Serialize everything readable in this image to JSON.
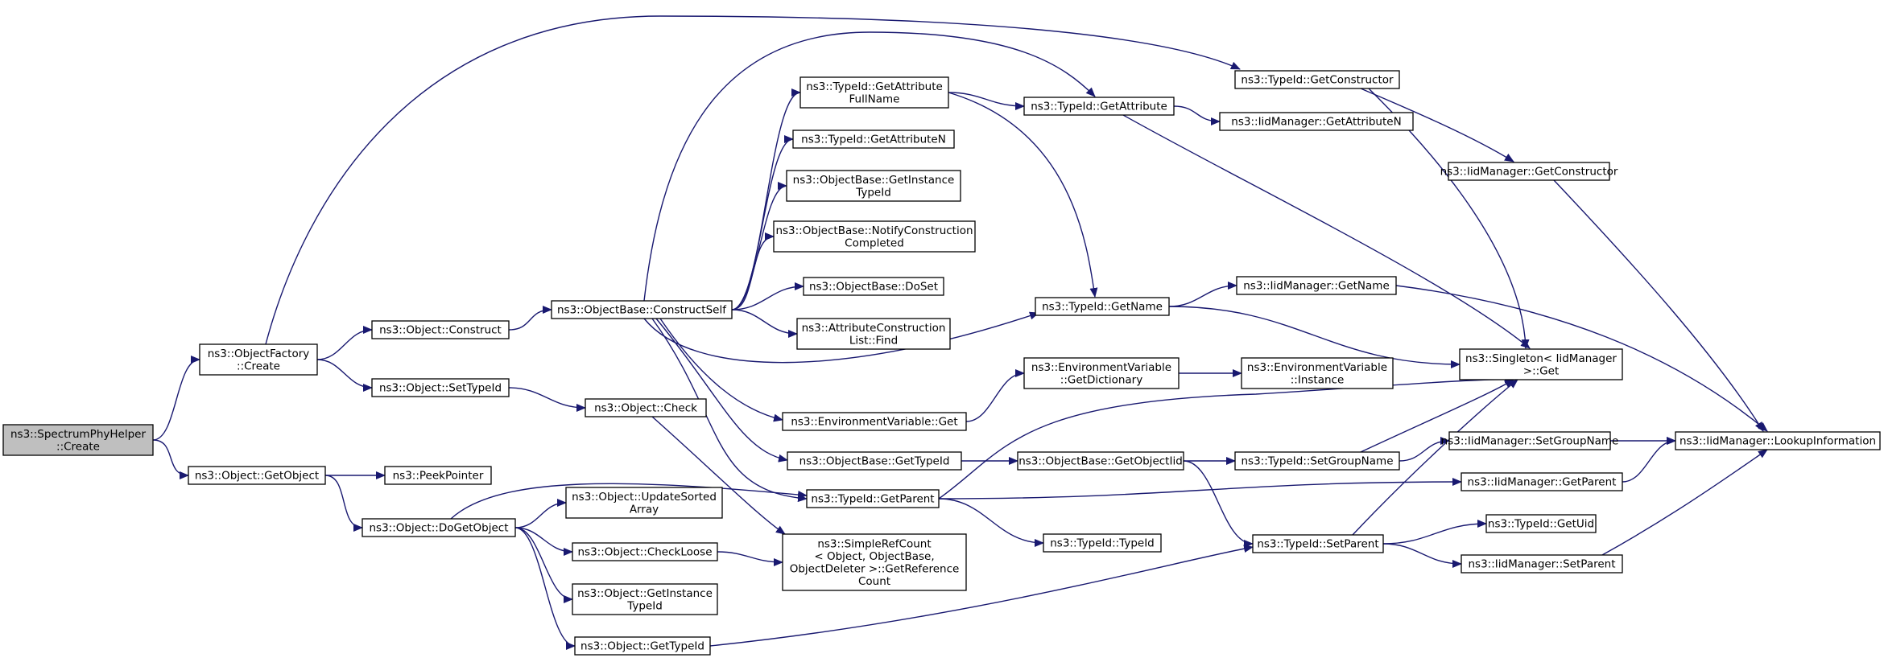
{
  "diagram": {
    "colors": {
      "edge": "#191970",
      "root_fill": "#bfbfbf",
      "node_fill": "#ffffff",
      "node_stroke": "#000000"
    },
    "nodes": [
      {
        "id": "root",
        "lines": [
          "ns3::SpectrumPhyHelper",
          "::Create"
        ],
        "root": true
      },
      {
        "id": "of_create",
        "lines": [
          "ns3::ObjectFactory",
          "::Create"
        ]
      },
      {
        "id": "obj_getobj",
        "lines": [
          "ns3::Object::GetObject"
        ]
      },
      {
        "id": "obj_construct",
        "lines": [
          "ns3::Object::Construct"
        ]
      },
      {
        "id": "obj_settypeid",
        "lines": [
          "ns3::Object::SetTypeId"
        ]
      },
      {
        "id": "peek",
        "lines": [
          "ns3::PeekPointer"
        ]
      },
      {
        "id": "dogetobj",
        "lines": [
          "ns3::Object::DoGetObject"
        ]
      },
      {
        "id": "constructself",
        "lines": [
          "ns3::ObjectBase::ConstructSelf"
        ]
      },
      {
        "id": "check",
        "lines": [
          "ns3::Object::Check"
        ]
      },
      {
        "id": "upd_sorted",
        "lines": [
          "ns3::Object::UpdateSorted",
          "Array"
        ]
      },
      {
        "id": "checkloose",
        "lines": [
          "ns3::Object::CheckLoose"
        ]
      },
      {
        "id": "getinst_obj",
        "lines": [
          "ns3::Object::GetInstance",
          "TypeId"
        ]
      },
      {
        "id": "obj_gettypeid",
        "lines": [
          "ns3::Object::GetTypeId"
        ]
      },
      {
        "id": "ga_fullname",
        "lines": [
          "ns3::TypeId::GetAttribute",
          "FullName"
        ]
      },
      {
        "id": "ga_n",
        "lines": [
          "ns3::TypeId::GetAttributeN"
        ]
      },
      {
        "id": "ob_getinst",
        "lines": [
          "ns3::ObjectBase::GetInstance",
          "TypeId"
        ]
      },
      {
        "id": "ob_notify",
        "lines": [
          "ns3::ObjectBase::NotifyConstruction",
          "Completed"
        ]
      },
      {
        "id": "ob_doset",
        "lines": [
          "ns3::ObjectBase::DoSet"
        ]
      },
      {
        "id": "acl_find",
        "lines": [
          "ns3::AttributeConstruction",
          "List::Find"
        ]
      },
      {
        "id": "env_get",
        "lines": [
          "ns3::EnvironmentVariable::Get"
        ]
      },
      {
        "id": "ob_gettypeid",
        "lines": [
          "ns3::ObjectBase::GetTypeId"
        ]
      },
      {
        "id": "tid_getparent",
        "lines": [
          "ns3::TypeId::GetParent"
        ]
      },
      {
        "id": "src_getref",
        "lines": [
          "ns3::SimpleRefCount",
          "< Object, ObjectBase,",
          "ObjectDeleter >::GetReference",
          "Count"
        ]
      },
      {
        "id": "tid_getattr",
        "lines": [
          "ns3::TypeId::GetAttribute"
        ]
      },
      {
        "id": "tid_getname",
        "lines": [
          "ns3::TypeId::GetName"
        ]
      },
      {
        "id": "env_getdict",
        "lines": [
          "ns3::EnvironmentVariable",
          "::GetDictionary"
        ]
      },
      {
        "id": "ob_getobjiid",
        "lines": [
          "ns3::ObjectBase::GetObjectIid"
        ]
      },
      {
        "id": "tid_typeid",
        "lines": [
          "ns3::TypeId::TypeId"
        ]
      },
      {
        "id": "tid_getctor",
        "lines": [
          "ns3::TypeId::GetConstructor"
        ]
      },
      {
        "id": "iid_getattrn",
        "lines": [
          "ns3::IidManager::GetAttributeN"
        ]
      },
      {
        "id": "iid_getname",
        "lines": [
          "ns3::IidManager::GetName"
        ]
      },
      {
        "id": "env_instance",
        "lines": [
          "ns3::EnvironmentVariable",
          "::Instance"
        ]
      },
      {
        "id": "tid_setgroup",
        "lines": [
          "ns3::TypeId::SetGroupName"
        ]
      },
      {
        "id": "tid_setparent",
        "lines": [
          "ns3::TypeId::SetParent"
        ]
      },
      {
        "id": "iid_getctor",
        "lines": [
          "ns3::IidManager::GetConstructor"
        ]
      },
      {
        "id": "singleton",
        "lines": [
          "ns3::Singleton< IidManager",
          ">::Get"
        ]
      },
      {
        "id": "iid_setgroup",
        "lines": [
          "ns3::IidManager::SetGroupName"
        ]
      },
      {
        "id": "iid_getparent",
        "lines": [
          "ns3::IidManager::GetParent"
        ]
      },
      {
        "id": "tid_getuid",
        "lines": [
          "ns3::TypeId::GetUid"
        ]
      },
      {
        "id": "iid_setparent",
        "lines": [
          "ns3::IidManager::SetParent"
        ]
      },
      {
        "id": "iid_lookup",
        "lines": [
          "ns3::IidManager::LookupInformation"
        ]
      }
    ],
    "edges": [
      [
        "root",
        "of_create"
      ],
      [
        "root",
        "obj_getobj"
      ],
      [
        "of_create",
        "tid_getctor"
      ],
      [
        "of_create",
        "obj_construct"
      ],
      [
        "of_create",
        "obj_settypeid"
      ],
      [
        "obj_construct",
        "constructself"
      ],
      [
        "obj_settypeid",
        "check"
      ],
      [
        "obj_getobj",
        "peek"
      ],
      [
        "obj_getobj",
        "dogetobj"
      ],
      [
        "dogetobj",
        "tid_getparent"
      ],
      [
        "dogetobj",
        "upd_sorted"
      ],
      [
        "dogetobj",
        "checkloose"
      ],
      [
        "dogetobj",
        "getinst_obj"
      ],
      [
        "dogetobj",
        "obj_gettypeid"
      ],
      [
        "check",
        "src_getref"
      ],
      [
        "checkloose",
        "src_getref"
      ],
      [
        "obj_gettypeid",
        "tid_setparent"
      ],
      [
        "constructself",
        "tid_getattr"
      ],
      [
        "constructself",
        "ga_fullname"
      ],
      [
        "constructself",
        "ga_n"
      ],
      [
        "constructself",
        "ob_getinst"
      ],
      [
        "constructself",
        "ob_notify"
      ],
      [
        "constructself",
        "ob_doset"
      ],
      [
        "constructself",
        "acl_find"
      ],
      [
        "constructself",
        "tid_getname"
      ],
      [
        "constructself",
        "env_get"
      ],
      [
        "constructself",
        "ob_gettypeid"
      ],
      [
        "constructself",
        "tid_getparent"
      ],
      [
        "ga_fullname",
        "tid_getattr"
      ],
      [
        "ga_fullname",
        "tid_getname"
      ],
      [
        "tid_getattr",
        "iid_getattrn"
      ],
      [
        "tid_getattr",
        "singleton"
      ],
      [
        "tid_getname",
        "iid_getname"
      ],
      [
        "tid_getname",
        "singleton"
      ],
      [
        "env_get",
        "env_getdict"
      ],
      [
        "env_getdict",
        "env_instance"
      ],
      [
        "ob_gettypeid",
        "ob_getobjiid"
      ],
      [
        "ob_getobjiid",
        "tid_setgroup"
      ],
      [
        "ob_getobjiid",
        "tid_setparent"
      ],
      [
        "tid_getparent",
        "singleton"
      ],
      [
        "tid_getparent",
        "iid_getparent"
      ],
      [
        "tid_getparent",
        "tid_typeid"
      ],
      [
        "tid_getctor",
        "iid_getctor"
      ],
      [
        "tid_getctor",
        "singleton"
      ],
      [
        "iid_getname",
        "iid_lookup"
      ],
      [
        "iid_getctor",
        "iid_lookup"
      ],
      [
        "tid_setgroup",
        "singleton"
      ],
      [
        "tid_setgroup",
        "iid_setgroup"
      ],
      [
        "iid_setgroup",
        "iid_lookup"
      ],
      [
        "iid_getparent",
        "iid_lookup"
      ],
      [
        "tid_setparent",
        "singleton"
      ],
      [
        "tid_setparent",
        "tid_getuid"
      ],
      [
        "tid_setparent",
        "iid_setparent"
      ],
      [
        "iid_setparent",
        "iid_lookup"
      ]
    ]
  }
}
